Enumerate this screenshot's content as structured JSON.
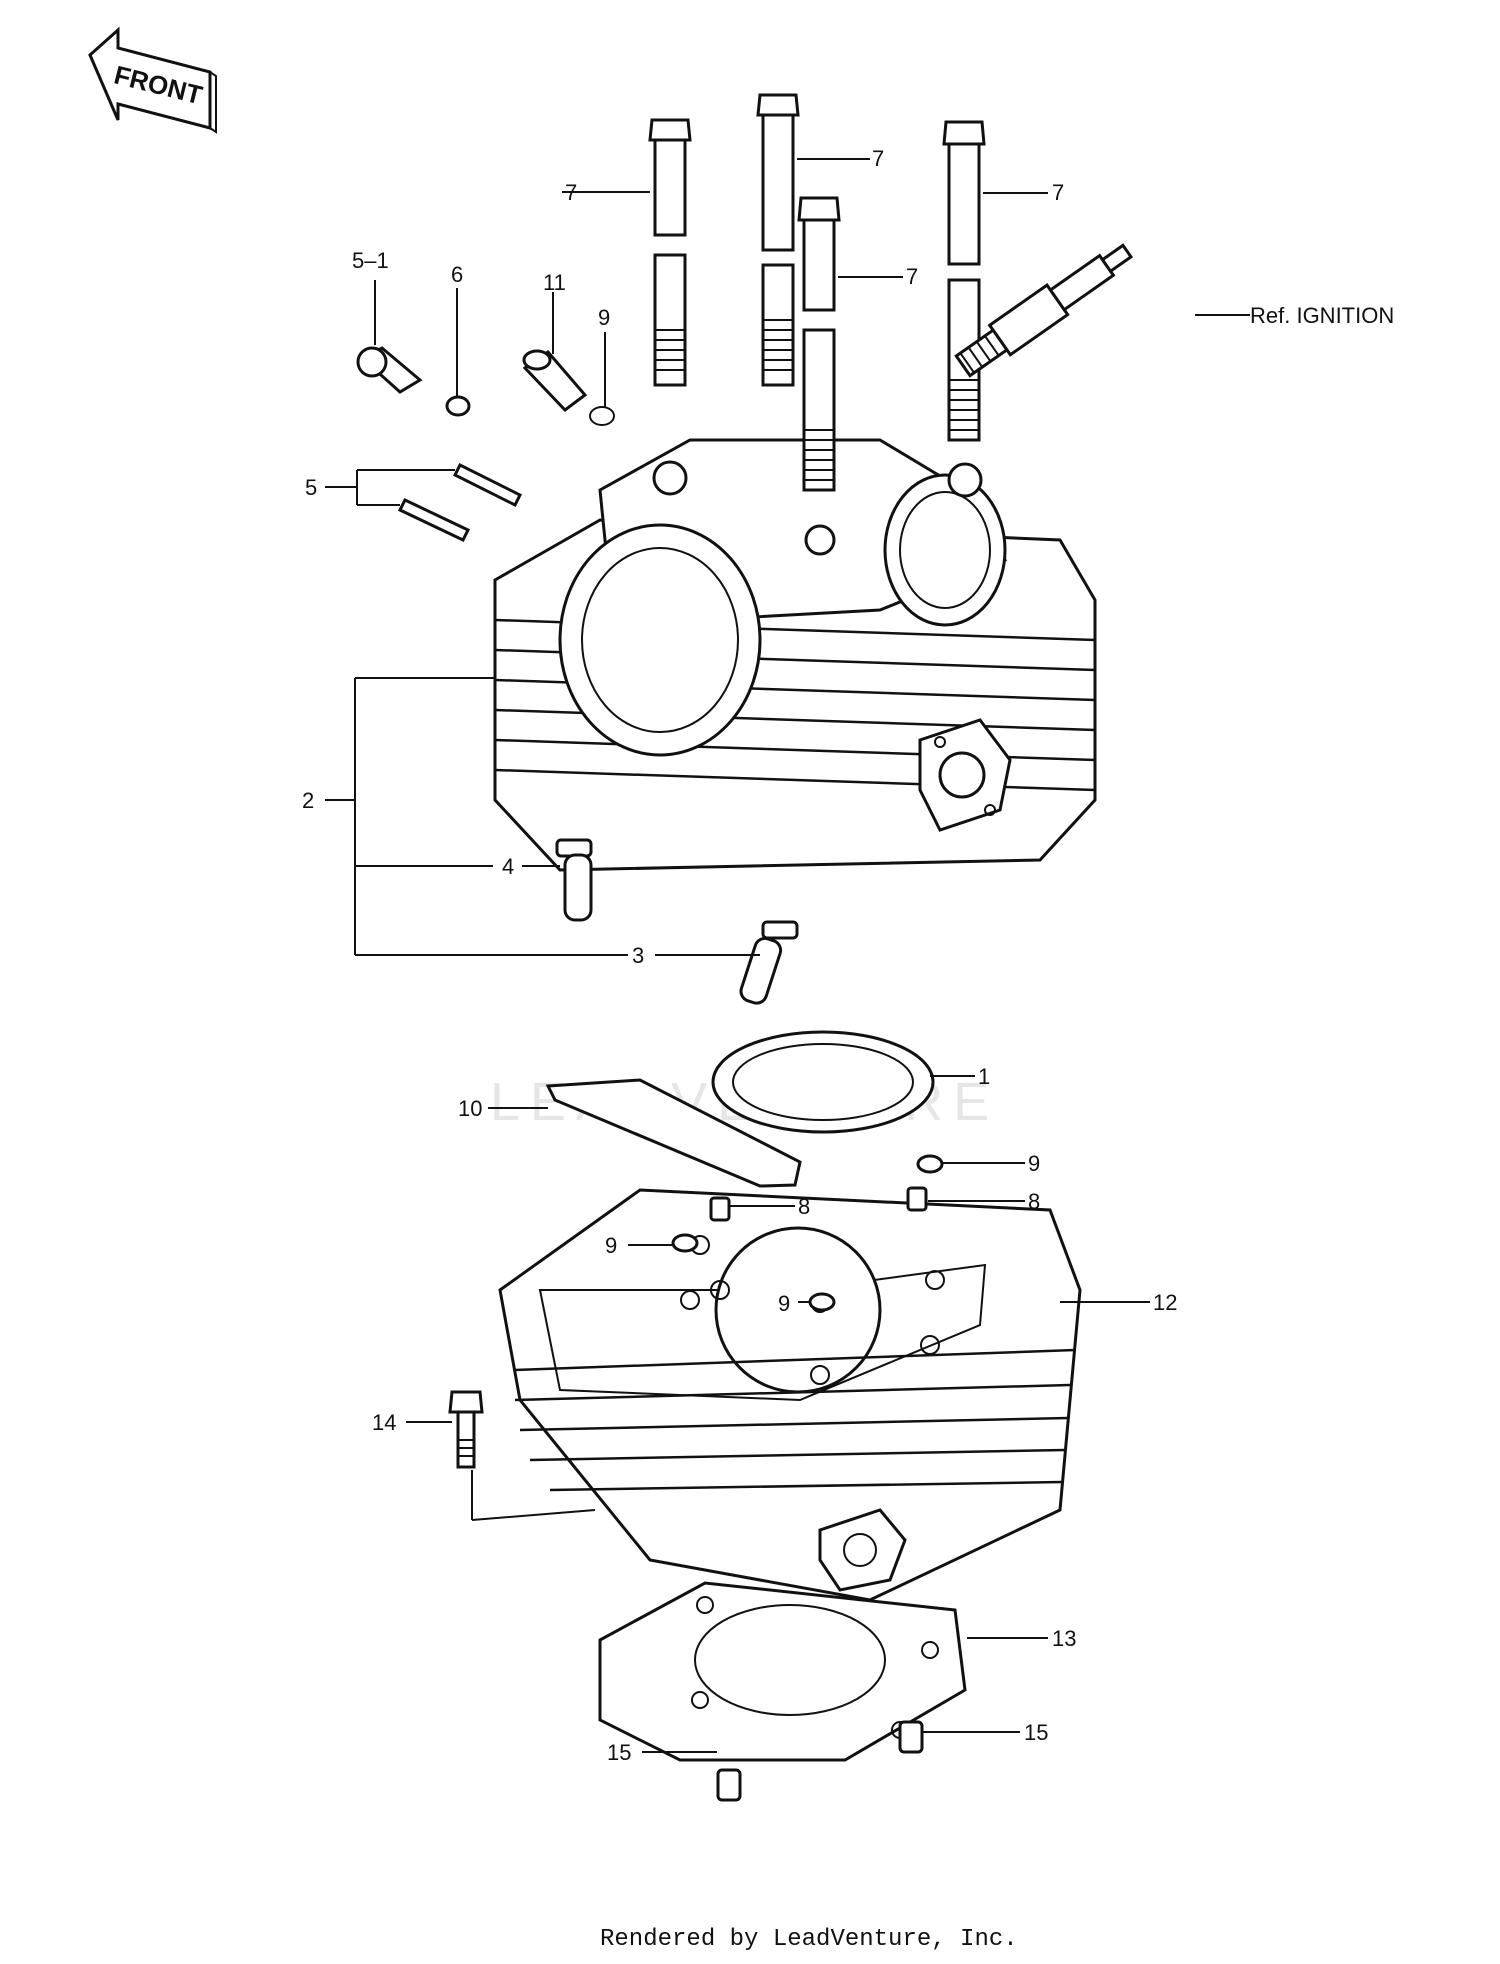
{
  "front_arrow": {
    "text": "FRONT"
  },
  "labels": {
    "l1": "1",
    "l2": "2",
    "l3": "3",
    "l4": "4",
    "l5": "5",
    "l5_1": "5–1",
    "l6": "6",
    "l7": "7",
    "l8": "8",
    "l9": "9",
    "l10": "10",
    "l11": "11",
    "l12": "12",
    "l13": "13",
    "l14": "14",
    "l15": "15",
    "ref_ignition": "Ref. IGNITION"
  },
  "watermark": "LEADVENTURE",
  "footer": "Rendered by LeadVenture, Inc."
}
